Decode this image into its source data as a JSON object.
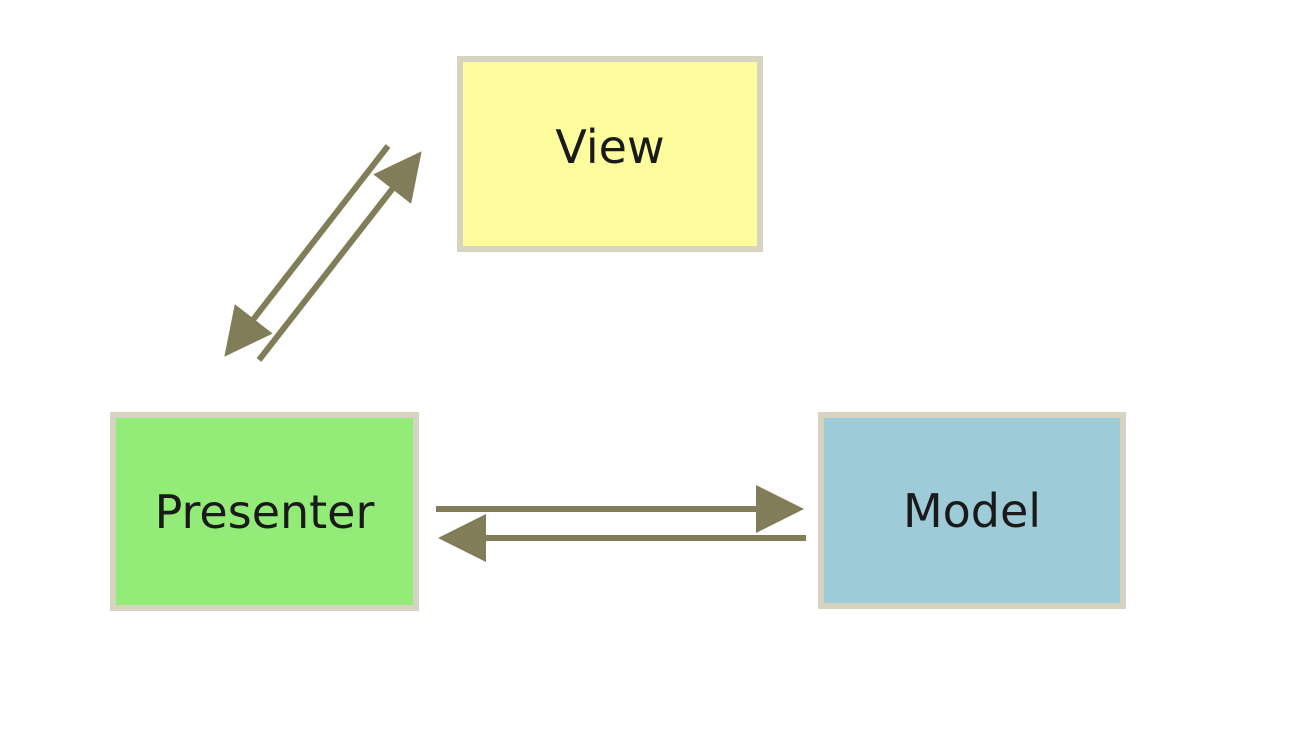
{
  "diagram": {
    "nodes": [
      {
        "id": "view",
        "label": "View",
        "fill": "#fdfd9e"
      },
      {
        "id": "presenter",
        "label": "Presenter",
        "fill": "#94ec78"
      },
      {
        "id": "model",
        "label": "Model",
        "fill": "#9ecbd8"
      }
    ],
    "edges": [
      {
        "from": "view",
        "to": "presenter"
      },
      {
        "from": "presenter",
        "to": "view"
      },
      {
        "from": "presenter",
        "to": "model"
      },
      {
        "from": "model",
        "to": "presenter"
      }
    ],
    "colors": {
      "node_border": "#d6d3c0",
      "arrow": "#817d58"
    }
  }
}
